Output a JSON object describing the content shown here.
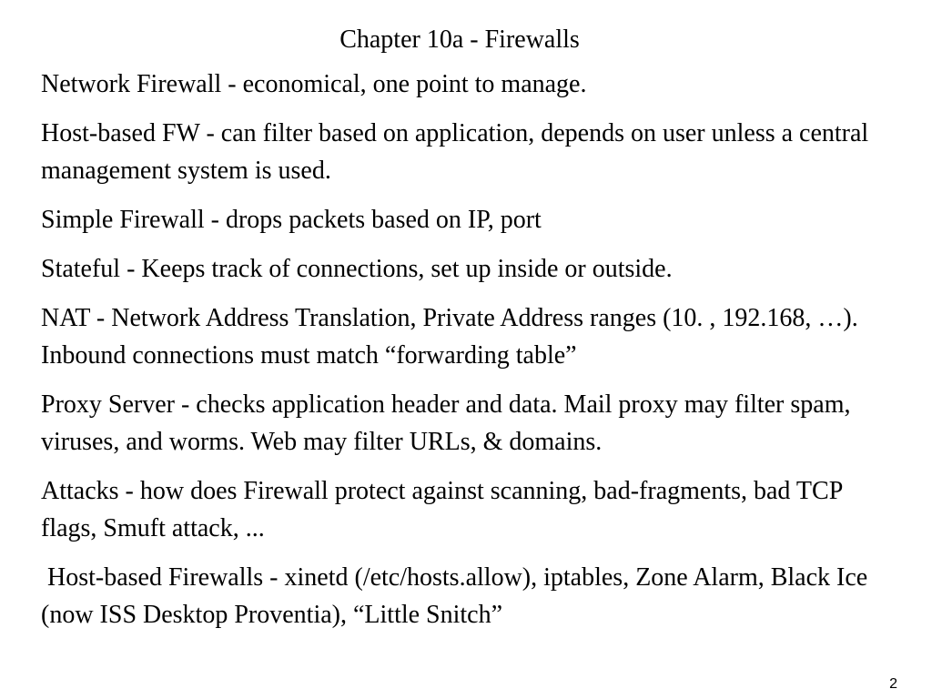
{
  "slide": {
    "title": "Chapter 10a - Firewalls",
    "bullets": [
      "Network Firewall - economical, one point to manage.",
      "Host-based FW - can filter based on application, depends on user unless a central management system is used.",
      "Simple Firewall - drops packets based on IP, port",
      "Stateful - Keeps track of connections, set up inside or outside.",
      "NAT - Network Address Translation, Private Address ranges (10. , 192.168, …).  Inbound connections must match “forwarding table”",
      "Proxy Server - checks application header and data. Mail proxy may filter spam, viruses, and worms. Web may filter URLs, & domains.",
      "Attacks - how does Firewall protect against scanning, bad-fragments, bad TCP flags, Smuft attack, ...",
      " Host-based Firewalls - xinetd (/etc/hosts.allow), iptables, Zone Alarm, Black Ice (now ISS Desktop Proventia), “Little Snitch”"
    ],
    "page_number": "2"
  }
}
